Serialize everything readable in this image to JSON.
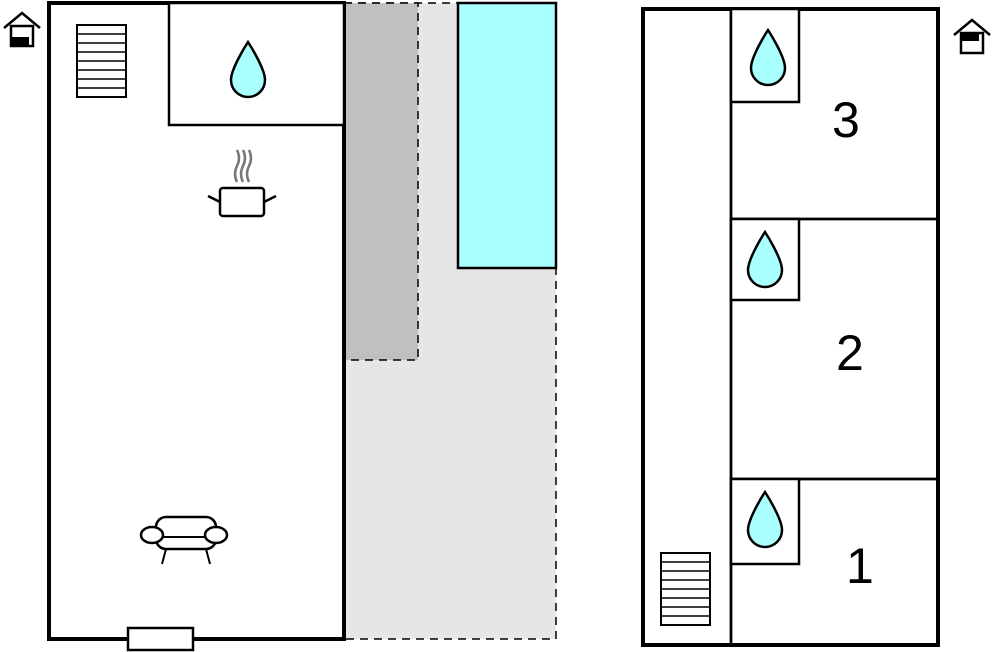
{
  "floor_plan": {
    "ground_floor": {
      "icons": [
        "floor-ground-icon",
        "stairs-icon",
        "bathroom-water-drop-icon",
        "kitchen-pot-icon",
        "living-sofa-icon",
        "entrance-door-icon"
      ]
    },
    "outdoor": {
      "icons": [
        "terrace-area",
        "covered-terrace-area",
        "swimming-pool"
      ]
    },
    "upper_floor": {
      "icons": [
        "floor-upper-icon",
        "stairs-icon"
      ],
      "bedrooms": [
        {
          "label": "3",
          "icon": "bathroom-water-drop-icon"
        },
        {
          "label": "2",
          "icon": "bathroom-water-drop-icon"
        },
        {
          "label": "1",
          "icon": "bathroom-water-drop-icon"
        }
      ]
    },
    "colors": {
      "pool": "#aaffff",
      "covered_terrace": "#c0c0c0",
      "terrace": "#e6e6e6",
      "water_drop": "#aaffff",
      "wall": "#000000"
    }
  }
}
